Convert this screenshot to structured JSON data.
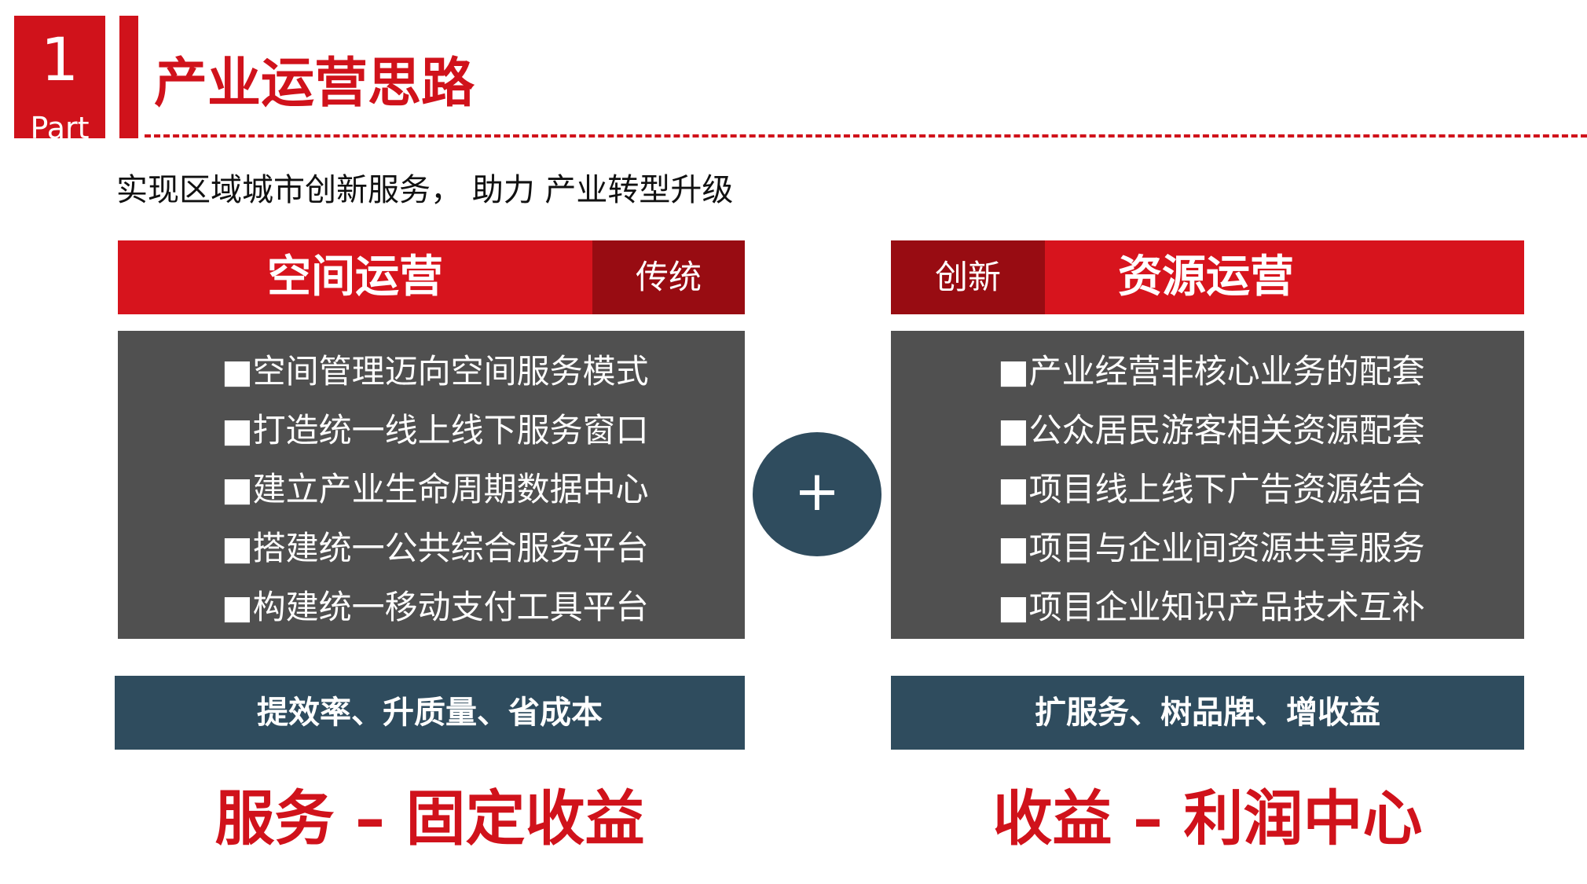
{
  "header": {
    "part_number": "1",
    "part_label": "Part",
    "title": "产业运营思路"
  },
  "subtitle": "实现区域城市创新服务， 助力 产业转型升级",
  "left": {
    "title": "空间运营",
    "tag": "传统",
    "items": [
      "■空间管理迈向空间服务模式",
      "■打造统一线上线下服务窗口",
      "■建立产业生命周期数据中心",
      "■搭建统一公共综合服务平台",
      "■构建统一移动支付工具平台"
    ],
    "benefit": "提效率、升质量、省成本",
    "conclusion": "服务 – 固定收益"
  },
  "plus": "+",
  "right": {
    "title": "资源运营",
    "tag": "创新",
    "items": [
      "■产业经营非核心业务的配套",
      "■公众居民游客相关资源配套",
      "■项目线上线下广告资源结合",
      "■项目与企业间资源共享服务",
      "■项目企业知识产品技术互补"
    ],
    "benefit": "扩服务、树品牌、增收益",
    "conclusion": "收益 – 利润中心"
  },
  "colors": {
    "brand_red": "#d0121b",
    "dark_red": "#980c12",
    "panel_grey": "#505050",
    "slate_blue": "#2f4c5e"
  }
}
